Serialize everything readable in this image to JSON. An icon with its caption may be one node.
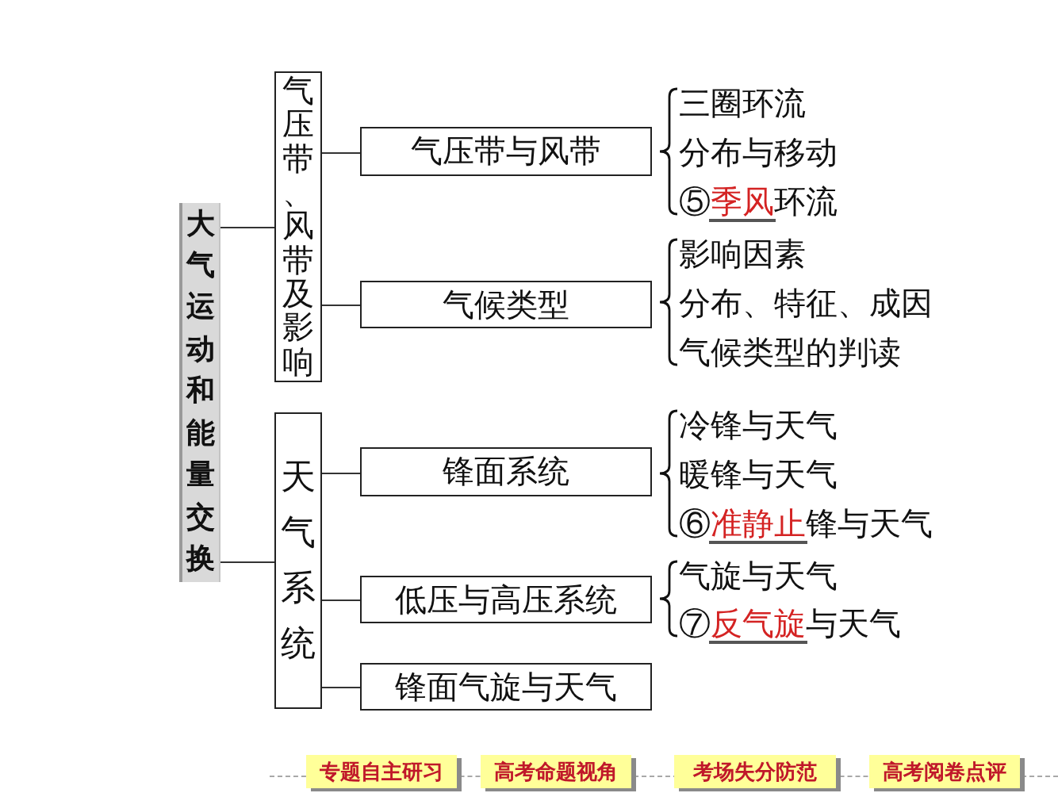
{
  "diagram": {
    "nodes": [
      {
        "text": [
          "大气运动和能量交换"
        ]
      },
      {
        "text": [
          "气压带、风带及影响"
        ]
      },
      {
        "text": [
          "天气系统"
        ]
      },
      {
        "text": [
          "气压带与风带"
        ],
        "beside": [
          "三圈环流",
          "分布与移动",
          "⑤**季风**环流"
        ]
      },
      {
        "text": [
          "气候类型"
        ],
        "beside": [
          "影响因素",
          "分布、特征、成因",
          "气候类型的判读"
        ]
      },
      {
        "text": [
          "锋面系统"
        ],
        "beside": [
          "冷锋与天气",
          "暖锋与天气",
          "⑥**准静止**锋与天气"
        ]
      },
      {
        "text": [
          "低压与高压系统"
        ],
        "beside": [
          "气旋与天气",
          "⑦**反气旋**与天气"
        ]
      },
      {
        "text": [
          "锋面气旋与天气"
        ]
      }
    ],
    "edges": [
      {
        "from": 0,
        "to": 1,
        "arrow": "none"
      },
      {
        "from": 0,
        "to": 2,
        "arrow": "none"
      },
      {
        "from": 1,
        "to": 3,
        "arrow": "none"
      },
      {
        "from": 1,
        "to": 4,
        "arrow": "none"
      },
      {
        "from": 2,
        "to": 5,
        "arrow": "none"
      },
      {
        "from": 2,
        "to": 6,
        "arrow": "none"
      },
      {
        "from": 2,
        "to": 7,
        "arrow": "none"
      }
    ],
    "labels": [
      "专题自主研习",
      "高考命题视角",
      "考场失分防范",
      "高考阅卷点评"
    ]
  }
}
